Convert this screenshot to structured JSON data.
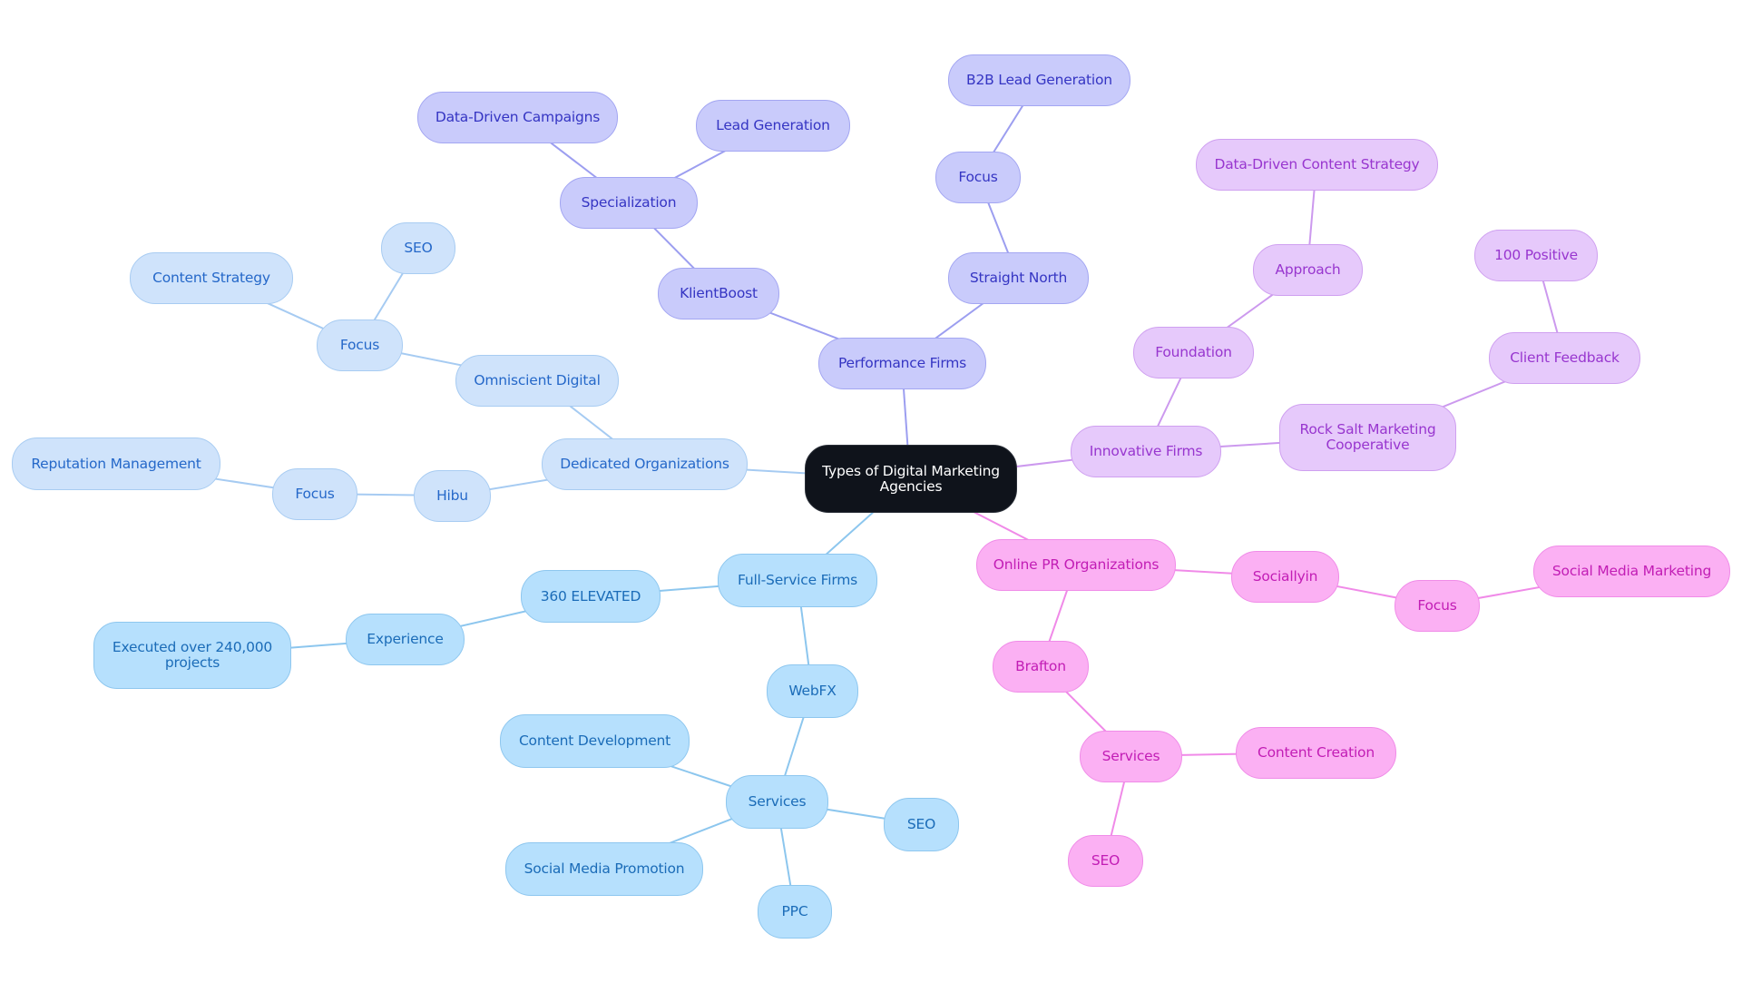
{
  "title": "Types of Digital Marketing Agencies",
  "colors": {
    "root_fill": "#0f131b",
    "performance": {
      "fill": "#c9cbfb",
      "stroke": "#9c9ef0",
      "text": "#3535c3"
    },
    "innovative": {
      "fill": "#e6c9fb",
      "stroke": "#cc99ee",
      "text": "#9836cf"
    },
    "dedicated": {
      "fill": "#cfe3fb",
      "stroke": "#a6cbf2",
      "text": "#2568c9"
    },
    "full_service": {
      "fill": "#b6e0fd",
      "stroke": "#8cc6ee",
      "text": "#1b6cb8"
    },
    "online_pr": {
      "fill": "#fbb0f3",
      "stroke": "#f08ae8",
      "text": "#c21db5"
    }
  },
  "nodes": {
    "root": "Types of Digital Marketing\nAgencies",
    "performance": {
      "label": "Performance Firms",
      "klientboost": "KlientBoost",
      "specialization": "Specialization",
      "data_driven_campaigns": "Data-Driven Campaigns",
      "lead_generation": "Lead Generation",
      "straight_north": "Straight North",
      "focus": "Focus",
      "b2b_lead_generation": "B2B Lead Generation"
    },
    "innovative": {
      "label": "Innovative Firms",
      "foundation": "Foundation",
      "approach": "Approach",
      "data_driven_content_strategy": "Data-Driven Content Strategy",
      "rock_salt": "Rock Salt Marketing\nCooperative",
      "client_feedback": "Client Feedback",
      "positive": "100 Positive"
    },
    "dedicated": {
      "label": "Dedicated Organizations",
      "omniscient": "Omniscient Digital",
      "focus": "Focus",
      "seo": "SEO",
      "content_strategy": "Content Strategy",
      "hibu": "Hibu",
      "hibu_focus": "Focus",
      "reputation_management": "Reputation Management"
    },
    "full_service": {
      "label": "Full-Service Firms",
      "elevated": "360 ELEVATED",
      "experience": "Experience",
      "executed": "Executed over 240,000\nprojects",
      "webfx": "WebFX",
      "services": "Services",
      "content_development": "Content Development",
      "social_media_promotion": "Social Media Promotion",
      "ppc": "PPC",
      "seo": "SEO"
    },
    "online_pr": {
      "label": "Online PR Organizations",
      "sociallyin": "Sociallyin",
      "focus": "Focus",
      "social_media_marketing": "Social Media Marketing",
      "brafton": "Brafton",
      "services": "Services",
      "content_creation": "Content Creation",
      "seo": "SEO"
    }
  }
}
